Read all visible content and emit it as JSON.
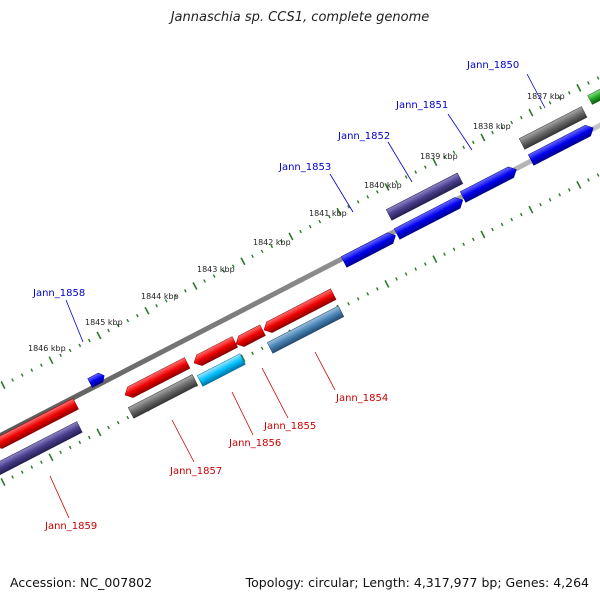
{
  "header": {
    "title": "Jannaschia sp. CCS1, complete genome"
  },
  "footer": {
    "accession": "Accession: NC_007802",
    "topology": "Topology: circular; Length: 4,317,977 bp; Genes: 4,264"
  },
  "scale_labels": [
    "1837 kbp",
    "1838 kbp",
    "1839 kbp",
    "1840 kbp",
    "1841 kbp",
    "1842 kbp",
    "1843 kbp",
    "1844 kbp",
    "1845 kbp",
    "1846 kbp"
  ],
  "genes": [
    {
      "name": "Jann_1850",
      "strand": "forward",
      "color": "#0000cc"
    },
    {
      "name": "Jann_1851",
      "strand": "forward",
      "color": "#0000cc"
    },
    {
      "name": "Jann_1852",
      "strand": "forward",
      "color": "#0000cc"
    },
    {
      "name": "Jann_1853",
      "strand": "forward",
      "color": "#0000cc"
    },
    {
      "name": "Jann_1854",
      "strand": "reverse",
      "color": "#cc0000"
    },
    {
      "name": "Jann_1855",
      "strand": "reverse",
      "color": "#cc0000"
    },
    {
      "name": "Jann_1856",
      "strand": "reverse",
      "color": "#cc0000"
    },
    {
      "name": "Jann_1857",
      "strand": "reverse",
      "color": "#cc0000"
    },
    {
      "name": "Jann_1858",
      "strand": "forward",
      "color": "#0000cc"
    },
    {
      "name": "Jann_1859",
      "strand": "reverse",
      "color": "#cc0000"
    }
  ],
  "colors": {
    "forward_gene": "#0000ee",
    "reverse_gene": "#ee0000",
    "dark_slate_gene": "#483d8b",
    "gray_gene": "#666666",
    "cyan_gene": "#00bfff",
    "steel_gene": "#4682b4",
    "green_gene": "#22aa22",
    "backbone": "#888888",
    "tick": "#2a7a2a"
  }
}
